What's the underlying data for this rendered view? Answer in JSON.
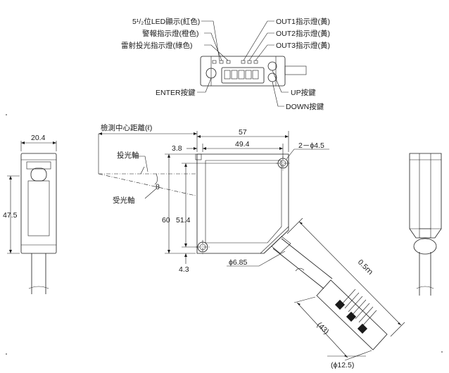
{
  "top_view": {
    "labels": {
      "led_display": "5¹/₂位LED顯示(紅色)",
      "alarm_indicator": "警報指示燈(橙色)",
      "laser_indicator": "雷射投光指示燈(綠色)",
      "enter_key": "ENTER按鍵",
      "out1_indicator": "OUT1指示燈(黃)",
      "out2_indicator": "OUT2指示燈(黃)",
      "out3_indicator": "OUT3指示燈(黃)",
      "up_key": "UP按鍵",
      "down_key": "DOWN按鍵"
    }
  },
  "front_view": {
    "distance_label": "檢測中心距離(ℓ)",
    "emit_axis": "投光軸",
    "receive_axis": "受光軸",
    "theta": "θ",
    "dims": {
      "width_57": "57",
      "width_49_4": "49.4",
      "offset_3_8": "3.8",
      "hole": "2－ϕ4.5",
      "height_60": "60",
      "height_51_4": "51.4",
      "offset_4_3": "4.3",
      "cable_dia": "ϕ6.85",
      "cable_len": "0.5ｍ",
      "conn_len": "(43)",
      "conn_dia": "(ϕ12.5)"
    }
  },
  "side_view": {
    "width": "20.4",
    "height": "47.5"
  }
}
